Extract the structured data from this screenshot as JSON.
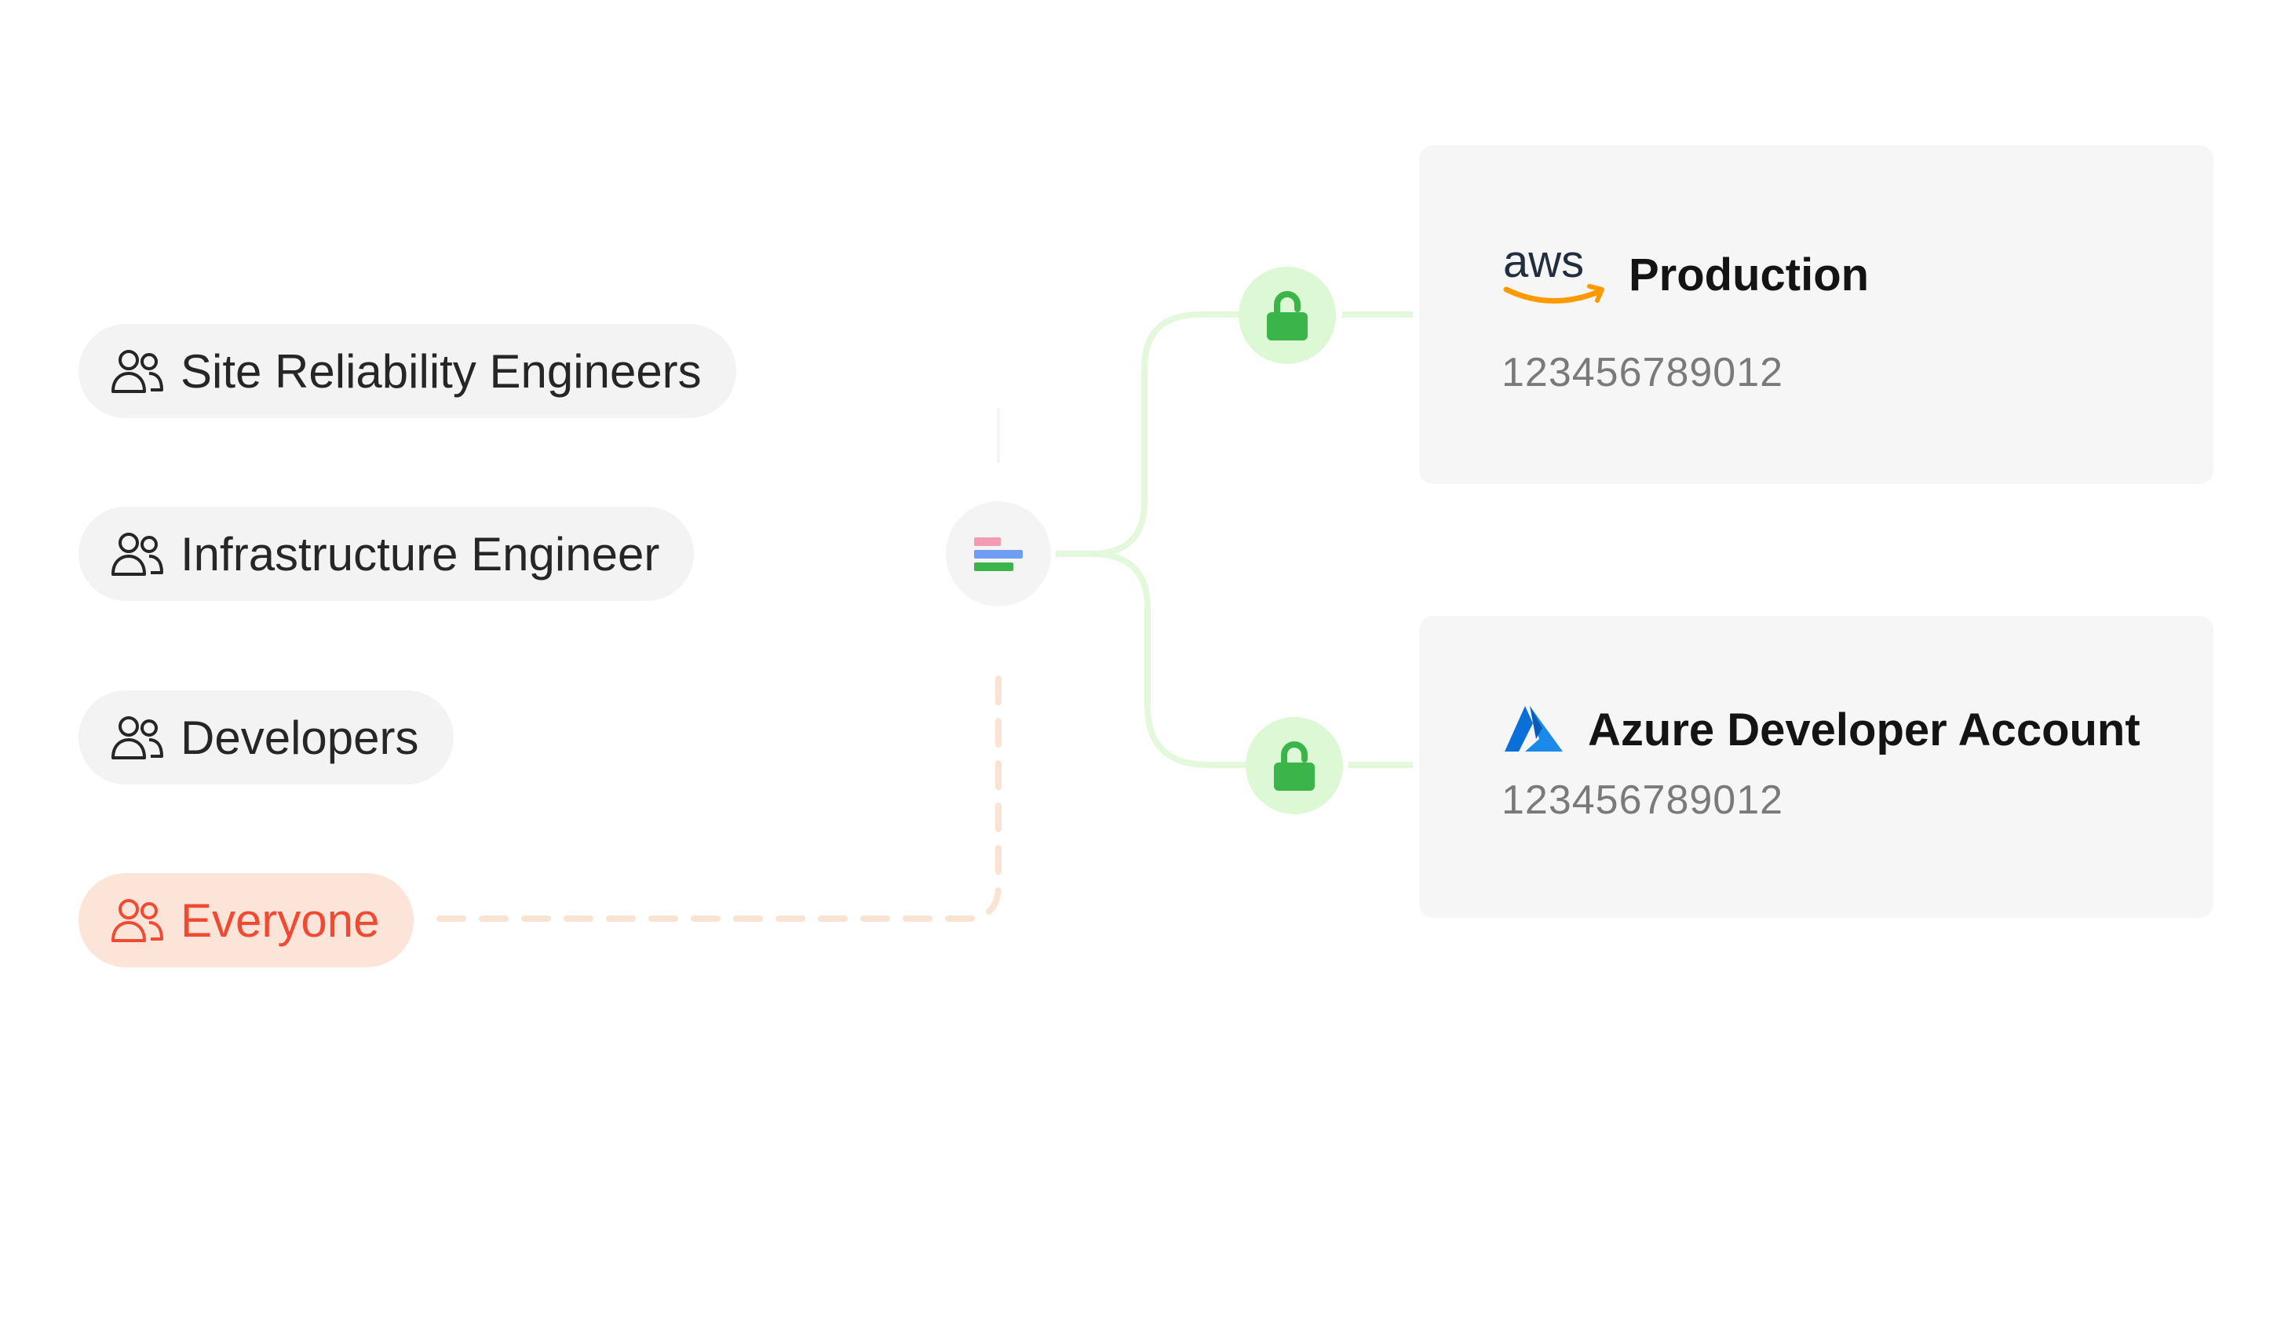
{
  "groups": [
    {
      "label": "Site Reliability Engineers",
      "active": false
    },
    {
      "label": "Infrastructure Engineer",
      "active": false
    },
    {
      "label": "Developers",
      "active": false
    },
    {
      "label": "Everyone",
      "active": true
    }
  ],
  "accounts": [
    {
      "provider": "aws",
      "logo_text": "aws",
      "name": "Production",
      "account_id": "123456789012"
    },
    {
      "provider": "azure",
      "name": "Azure Developer Account",
      "account_id": "123456789012"
    }
  ],
  "colors": {
    "pill_bg": "#f3f3f3",
    "active_bg": "#fde4d8",
    "active_text": "#f04a33",
    "connector_green": "#e4f8dc",
    "connector_dashed": "#fbe3d3",
    "lock_bg": "#dcf8d4",
    "lock_green": "#3bb54a",
    "hub_pink": "#f29bb3",
    "hub_blue": "#6e9df2",
    "hub_green": "#3bb54a",
    "aws_orange": "#ff9900",
    "aws_navy": "#232f3e",
    "azure_blue": "#0a6fd6"
  },
  "icons": {
    "group": "users-icon",
    "hub": "policy-icon",
    "lock": "lock-icon",
    "aws": "aws-logo",
    "azure": "azure-logo"
  }
}
